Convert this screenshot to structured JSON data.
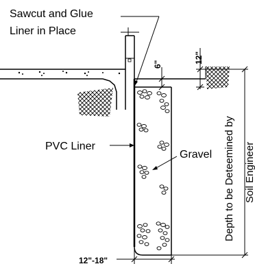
{
  "labels": {
    "sawcut_line1": "Sawcut and Glue",
    "sawcut_line2": "Liner in Place",
    "pvc_liner": "PVC Liner",
    "gravel": "Gravel",
    "depth_line1": "Depth to be Deteemined by",
    "depth_line2": "Soil Engineer"
  },
  "dimensions": {
    "six_inch": "6\"",
    "twelve_inch": "12\"",
    "width_range": "12\"-18\""
  }
}
